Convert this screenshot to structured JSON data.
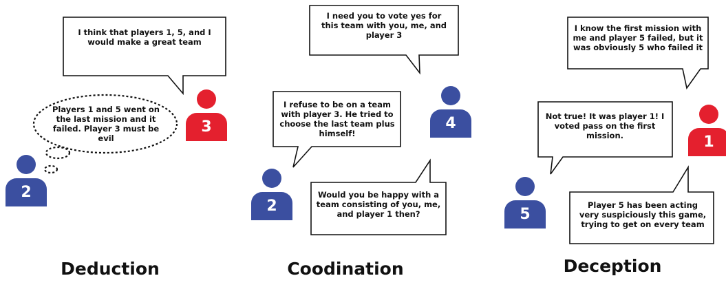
{
  "colors": {
    "red": "#e4202e",
    "blue": "#3b4fa0",
    "ink": "#111111"
  },
  "panels": [
    {
      "title": "Deduction",
      "avatars": [
        {
          "number": "3",
          "color": "red"
        },
        {
          "number": "2",
          "color": "blue"
        }
      ],
      "bubbles": [
        {
          "text": "I think that players 1, 5, and I would make a great team"
        },
        {
          "text": "Players 1 and 5 went on the last mission and it failed. Player 3 must be evil"
        }
      ]
    },
    {
      "title": "Coodination",
      "avatars": [
        {
          "number": "4",
          "color": "blue"
        },
        {
          "number": "2",
          "color": "blue"
        }
      ],
      "bubbles": [
        {
          "text": "I need you to vote yes for this team with you, me, and player 3"
        },
        {
          "text": "I refuse to be on a team with player 3. He tried to choose the last team plus himself!"
        },
        {
          "text": "Would you be happy with a team consisting of you, me, and player 1 then?"
        }
      ]
    },
    {
      "title": "Deception",
      "avatars": [
        {
          "number": "1",
          "color": "red"
        },
        {
          "number": "5",
          "color": "blue"
        }
      ],
      "bubbles": [
        {
          "text": "I know the first mission with me and player 5 failed, but it was obviously 5 who failed it"
        },
        {
          "text": "Not true! It was player 1! I voted pass on the first mission."
        },
        {
          "text": "Player 5 has been acting very suspiciously this game, trying to get on every team"
        }
      ]
    }
  ]
}
